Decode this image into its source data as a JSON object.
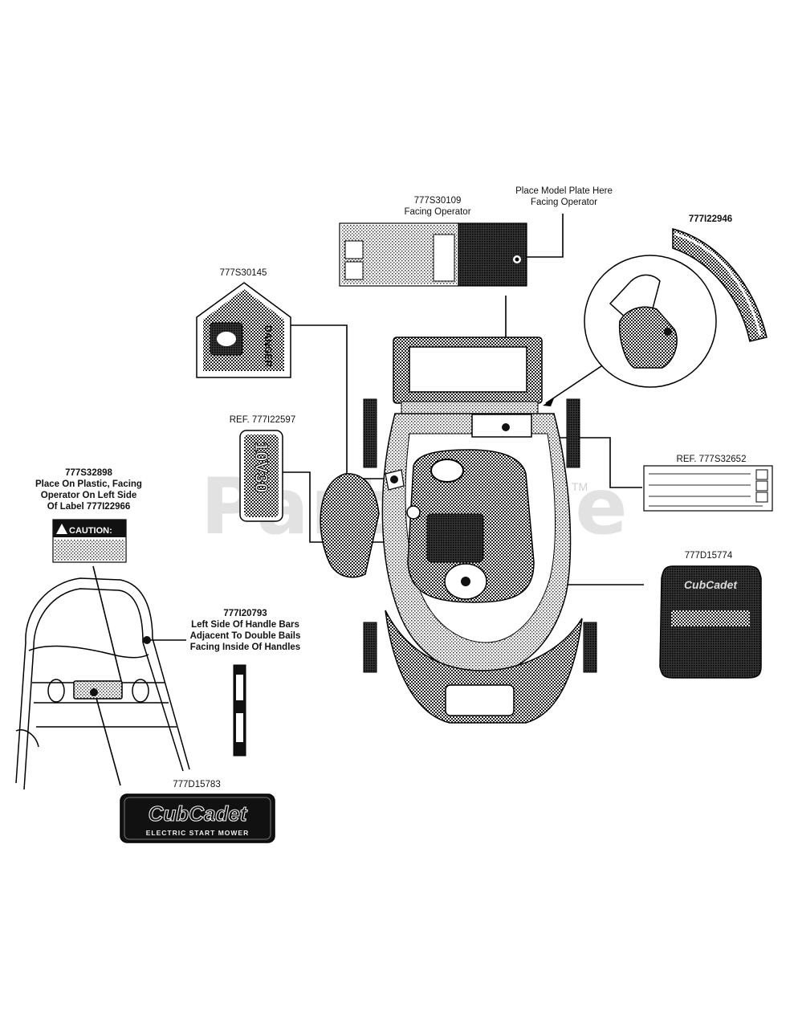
{
  "watermark": {
    "text": "PartsTree",
    "tm": "TM"
  },
  "callouts": {
    "s30109": {
      "lines": [
        "777S30109",
        "Facing Operator"
      ]
    },
    "model_plate": {
      "lines": [
        "Place Model Plate Here",
        "Facing Operator"
      ]
    },
    "i22946": {
      "lines": [
        "777I22946"
      ]
    },
    "s30145": {
      "lines": [
        "777S30145"
      ]
    },
    "i22597": {
      "lines": [
        "REF. 777I22597"
      ]
    },
    "s32898": {
      "lines": [
        "777S32898",
        "Place On Plastic, Facing",
        "Operator On Left Side",
        "Of Label 777I22966"
      ]
    },
    "s32652": {
      "lines": [
        "REF. 777S32652"
      ]
    },
    "d15774": {
      "lines": [
        "777D15774"
      ]
    },
    "i20793": {
      "lines": [
        "777I20793",
        "Left Side Of Handle Bars",
        "Adjacent To Double Bails",
        "Facing Inside Of Handles"
      ]
    },
    "d15783": {
      "lines": [
        "777D15783"
      ]
    }
  },
  "decals": {
    "danger_word": "DANGER",
    "caution_word": "CAUTION:",
    "series_badge": "10V30",
    "brand": "CubCadet",
    "electric_start": "ELECTRIC START MOWER"
  }
}
